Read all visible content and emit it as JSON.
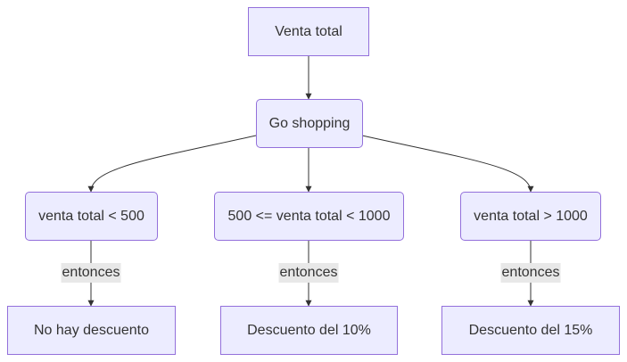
{
  "nodes": {
    "venta_total": "Venta total",
    "go_shopping": "Go shopping",
    "cond_low": "venta total < 500",
    "cond_mid": "500 <= venta total < 1000",
    "cond_high": "venta total > 1000",
    "res_low": "No hay descuento",
    "res_mid": "Descuento del 10%",
    "res_high": "Descuento del 15%"
  },
  "edge_labels": {
    "low": "entonces",
    "mid": "entonces",
    "high": "entonces"
  },
  "colors": {
    "node_fill": "#ECECFF",
    "node_stroke": "#9370DB",
    "edge": "#333333",
    "label_bg": "#e8e8e8"
  }
}
